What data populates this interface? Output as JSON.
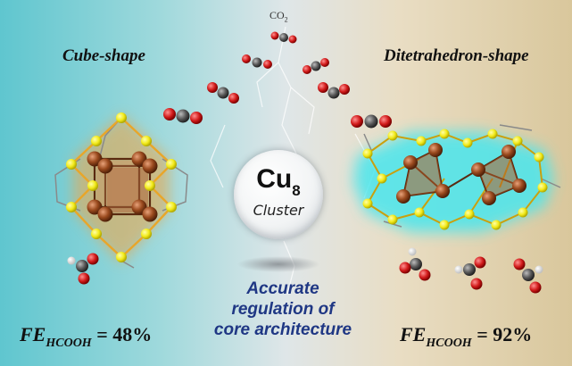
{
  "title_left": "Cube-shape",
  "title_right": "Ditetrahedron-shape",
  "co2": {
    "text": "CO",
    "sub": "2"
  },
  "center": {
    "element": "Cu",
    "count": "8",
    "label": "Cluster"
  },
  "caption": [
    "Accurate",
    "regulation of",
    "core architecture"
  ],
  "fe_left": {
    "prefix": "FE",
    "sub": "HCOOH",
    "value": " = 48%"
  },
  "fe_right": {
    "prefix": "FE",
    "sub": "HCOOH",
    "value": " = 92%"
  },
  "colors": {
    "copper": "#9a4a1e",
    "sulfur": "#f2ea1a",
    "oxygen": "#d11a1a",
    "carbon": "#555555",
    "text_blue": "#1f3784"
  }
}
